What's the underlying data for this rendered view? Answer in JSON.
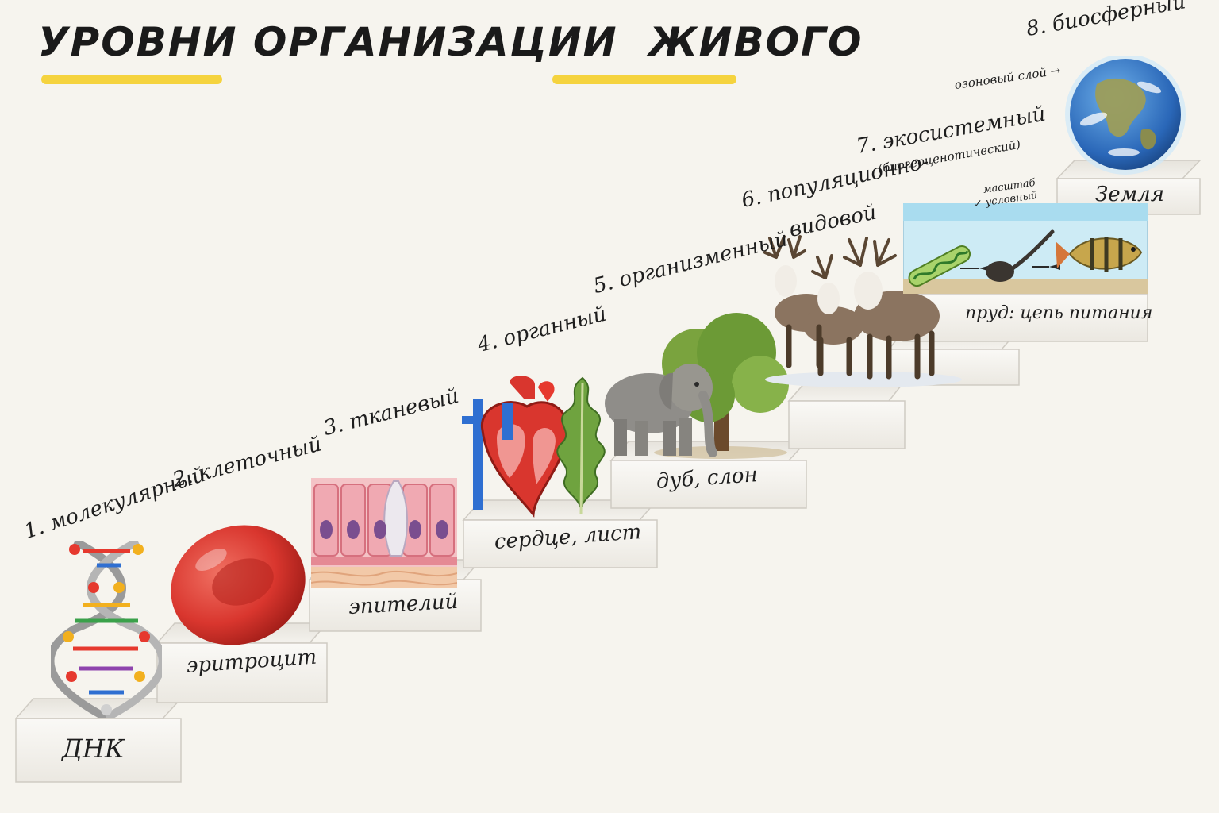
{
  "title": {
    "part1": "УРОВНИ ОРГАНИЗАЦИИ",
    "part2": "ЖИВОГО",
    "highlight_color": "#f5cf2a"
  },
  "levels": [
    {
      "label": "1. молекулярный",
      "example": "ДНК",
      "icon": "dna-helix-icon"
    },
    {
      "label": "2. клеточный",
      "example": "эритроцит",
      "icon": "red-blood-cell-icon"
    },
    {
      "label": "3. тканевый",
      "example": "эпителий",
      "icon": "epithelium-tissue-icon"
    },
    {
      "label": "4. органный",
      "example": "сердце, лист",
      "icon": "heart-and-leaf-icon"
    },
    {
      "label": "5. организменный",
      "example": "дуб, слон",
      "icon": "elephant-and-oak-icon"
    },
    {
      "label": "6. популяционно-",
      "label2": "видовой",
      "icon": "reindeer-herd-icon"
    },
    {
      "label": "7. экосистемный",
      "label2": "(биогеоценотический)",
      "example": "пруд: цепь питания",
      "icon": "pond-food-chain-icon"
    },
    {
      "label": "8. биосферный",
      "example": "Земля",
      "icon": "earth-globe-icon"
    }
  ],
  "annotations": {
    "ozone": "озоновый слой",
    "scale_line1": "масштаб",
    "scale_line2": "условный"
  },
  "colors": {
    "background": "#f6f4ee",
    "stair": "#f3f1ec",
    "stair_shadow": "#d9d6cf",
    "red": "#d9362e",
    "blue": "#2f6fd1",
    "water": "#bfe3f2"
  }
}
